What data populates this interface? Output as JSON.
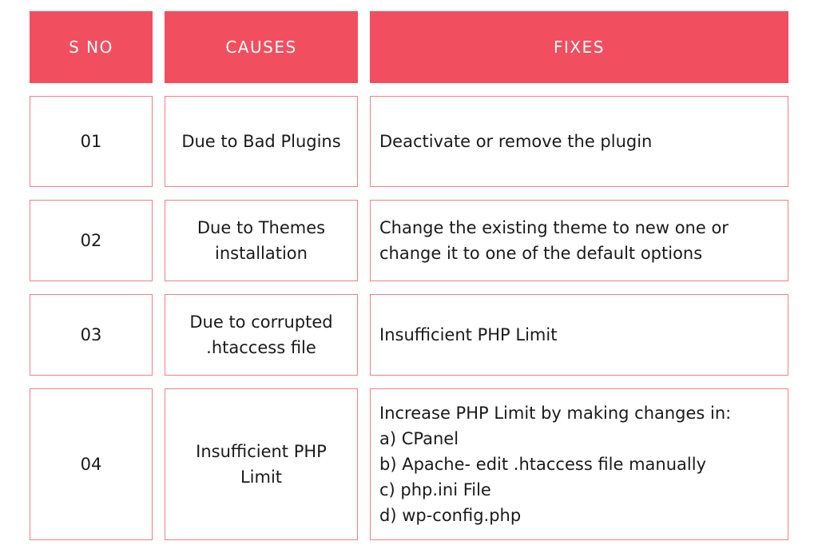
{
  "table": {
    "headers": {
      "sno": "S NO",
      "causes": "CAUSES",
      "fixes": "FIXES"
    },
    "rows": [
      {
        "sno": "01",
        "cause": "Due to Bad Plugins",
        "fix_lines": [
          "Deactivate or remove the plugin"
        ]
      },
      {
        "sno": "02",
        "cause": "Due to Themes installation",
        "fix_lines": [
          "Change the existing theme to new one or",
          "change it to one of the default options"
        ]
      },
      {
        "sno": "03",
        "cause": "Due to corrupted .htaccess file",
        "fix_lines": [
          "Insufficient PHP Limit"
        ]
      },
      {
        "sno": "04",
        "cause": "Insufficient PHP Limit",
        "fix_lines": [
          "Increase PHP Limit by making changes in:",
          "a) CPanel",
          "b) Apache- edit .htaccess file manually",
          "c) php.ini File",
          "d) wp-config.php"
        ]
      }
    ],
    "colors": {
      "header_bg": "#f14f5f",
      "header_text": "#ffffff",
      "cell_border": "#ee7f8a"
    }
  }
}
